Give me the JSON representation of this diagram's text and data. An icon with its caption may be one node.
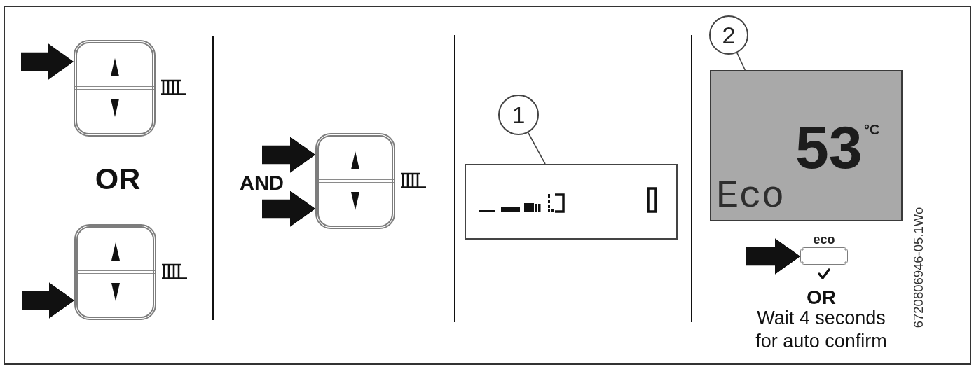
{
  "diagram": {
    "nodes": [
      {
        "text": [],
        "shape": "box"
      },
      {
        "text": [],
        "shape": "box"
      },
      {
        "text": [],
        "shape": "box"
      },
      {
        "text": [
          "1"
        ]
      },
      {
        "text": [],
        "shape": "box"
      },
      {
        "text": [
          "2"
        ]
      },
      {
        "text": [
          "53",
          "°C",
          "Eco"
        ]
      },
      {
        "text": [
          "eco"
        ]
      }
    ],
    "edges": [
      {
        "from": null,
        "to": 0,
        "arrow": "to"
      },
      {
        "from": null,
        "to": 1,
        "arrow": "to"
      },
      {
        "from": null,
        "to": 2,
        "arrow": "to"
      },
      {
        "from": null,
        "to": 2,
        "arrow": "to"
      },
      {
        "from": 3,
        "to": 4,
        "arrow": "none"
      },
      {
        "from": 5,
        "to": 6,
        "arrow": "none"
      },
      {
        "from": null,
        "to": 7,
        "arrow": "to"
      }
    ],
    "labels": [
      "OR",
      "AND",
      "OR",
      "Wait 4 seconds for auto confirm",
      "6720806946-05.1Wo"
    ]
  }
}
